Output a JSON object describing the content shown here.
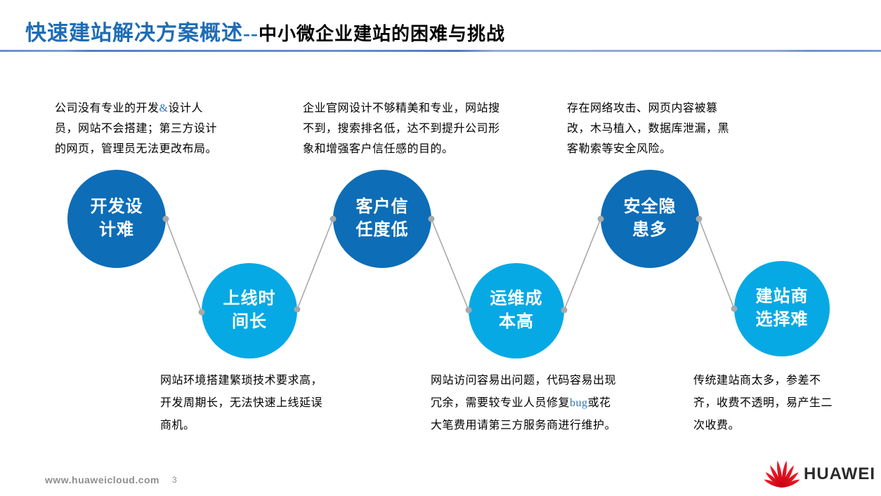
{
  "title": {
    "highlight": "快速建站解决方案概述--",
    "rest": "中小微企业建站的困难与挑战"
  },
  "top_notes": [
    {
      "line1_pre": "公司没有专业的开发",
      "line1_highlight": "&",
      "line1_post": "设计人",
      "line2": "员，网站不会搭建；第三方设计",
      "line3": "的网页，管理员无法更改布局。"
    },
    {
      "line1": "企业官网设计不够精美和专业，网站搜",
      "line2": "不到，搜索排名低，达不到提升公司形",
      "line3": "象和增强客户信任感的目的。"
    },
    {
      "line1": "存在网络攻击、网页内容被篡",
      "line2": "改，木马植入，数据库泄漏，黑",
      "line3": "客勒索等安全风险。"
    }
  ],
  "circles": [
    {
      "line1": "开发设",
      "line2": "计难",
      "tone": "dark"
    },
    {
      "line1": "上线时",
      "line2": "间长",
      "tone": "light"
    },
    {
      "line1": "客户信",
      "line2": "任度低",
      "tone": "dark"
    },
    {
      "line1": "运维成",
      "line2": "本高",
      "tone": "light"
    },
    {
      "line1": "安全隐",
      "line2": "患多",
      "tone": "dark"
    },
    {
      "line1": "建站商",
      "line2": "选择难",
      "tone": "light"
    }
  ],
  "bottom_notes": [
    {
      "line1": "网站环境搭建繁琐技术要求高，",
      "line2": "开发周期长，无法快速上线延误",
      "line3": "商机。"
    },
    {
      "line1": "网站访问容易出问题，代码容易出现",
      "line2_pre": "冗余，需要较专业人员修复",
      "line2_highlight": "bug",
      "line2_post": "或花",
      "line3": "大笔费用请第三方服务商进行维护。"
    },
    {
      "line1": "传统建站商太多，参差不",
      "line2": "齐，收费不透明，易产生二",
      "line3": "次收费。"
    }
  ],
  "footer": {
    "url": "www.huaweicloud.com",
    "page_number": "3",
    "logo_text": "HUAWEI"
  },
  "colors": {
    "dark_circle": "#0d6db7",
    "light_circle": "#06a9e4",
    "title_blue": "#1f6cb5",
    "connector_gray": "#a9a9a9",
    "huawei_red": "#e60012"
  }
}
